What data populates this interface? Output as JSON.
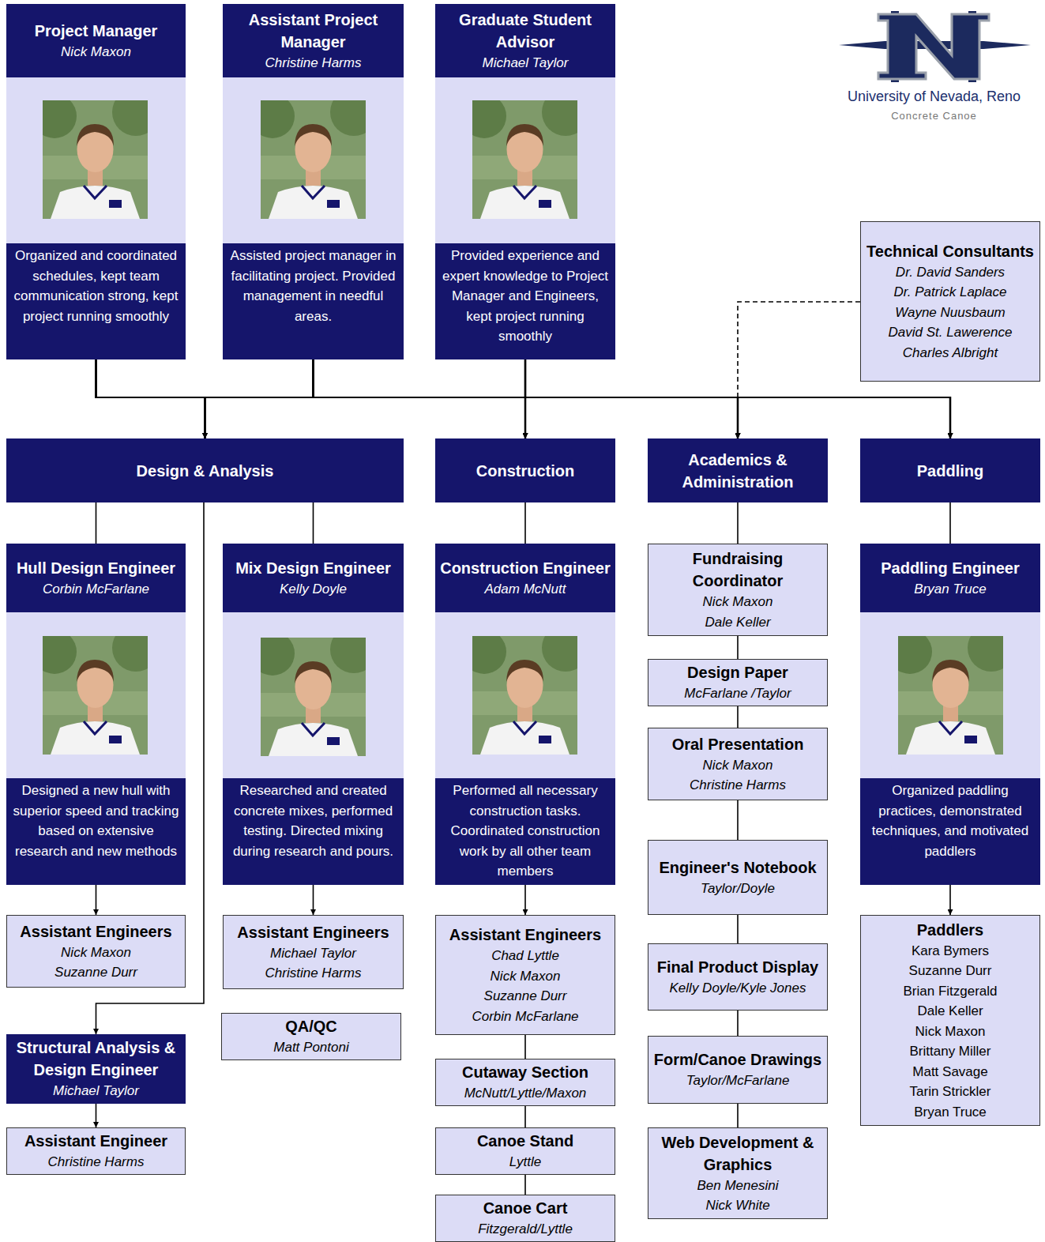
{
  "diagram": {
    "nodes": [
      {
        "text": [
          "Project Manager",
          "Nick Maxon",
          "Organized and coordinated schedules, kept team communication strong, kept project running smoothly"
        ]
      },
      {
        "text": [
          "Assistant Project Manager",
          "Christine Harms",
          "Assisted project manager in facilitating project. Provided management in needful areas."
        ]
      },
      {
        "text": [
          "Graduate Student Advisor",
          "Michael Taylor",
          "Provided experience and expert knowledge to Project Manager and Engineers, kept project running smoothly"
        ]
      },
      {
        "text": [
          "Technical Consultants",
          "Dr. David Sanders",
          "Dr. Patrick Laplace",
          "Wayne Nuusbaum",
          "David St. Lawerence",
          "Charles Albright"
        ]
      },
      {
        "text": [
          "Design & Analysis"
        ]
      },
      {
        "text": [
          "Construction"
        ]
      },
      {
        "text": [
          "Academics & Administration"
        ]
      },
      {
        "text": [
          "Paddling"
        ]
      },
      {
        "text": [
          "Hull Design Engineer",
          "Corbin McFarlane",
          "Designed a new hull with superior speed and tracking based on extensive research and new methods"
        ]
      },
      {
        "text": [
          "Mix Design Engineer",
          "Kelly Doyle",
          "Researched and created concrete mixes, performed testing. Directed mixing during research and pours."
        ]
      },
      {
        "text": [
          "Construction Engineer",
          "Adam McNutt",
          "Performed all necessary construction tasks. Coordinated construction work by all other team members"
        ]
      },
      {
        "text": [
          "Fundraising Coordinator",
          "Nick Maxon",
          "Dale Keller"
        ]
      },
      {
        "text": [
          "Design Paper",
          "McFarlane /Taylor"
        ]
      },
      {
        "text": [
          "Oral Presentation",
          "Nick Maxon",
          "Christine Harms"
        ]
      },
      {
        "text": [
          "Engineer's Notebook",
          "Taylor/Doyle"
        ]
      },
      {
        "text": [
          "Final Product Display",
          "Kelly Doyle/Kyle Jones"
        ]
      },
      {
        "text": [
          "Form/Canoe Drawings",
          "Taylor/McFarlane"
        ]
      },
      {
        "text": [
          "Web Development & Graphics",
          "Ben Menesini",
          "Nick White"
        ]
      },
      {
        "text": [
          "Paddling Engineer",
          "Bryan Truce",
          "Organized paddling practices, demonstrated techniques, and motivated paddlers"
        ]
      },
      {
        "text": [
          "Assistant Engineers",
          "Nick Maxon",
          "Suzanne Durr"
        ]
      },
      {
        "text": [
          "Assistant Engineers",
          "Michael Taylor",
          "Christine Harms"
        ]
      },
      {
        "text": [
          "Assistant Engineers",
          "Chad Lyttle",
          "Nick Maxon",
          "Suzanne Durr",
          "Corbin McFarlane"
        ]
      },
      {
        "text": [
          "Paddlers",
          "Kara Bymers",
          "Suzanne Durr",
          "Brian Fitzgerald",
          "Dale Keller",
          "Nick Maxon",
          "Brittany Miller",
          "Matt Savage",
          "Tarin Strickler",
          "Bryan Truce"
        ]
      },
      {
        "text": [
          "Structural Analysis & Design Engineer",
          "Michael Taylor"
        ]
      },
      {
        "text": [
          "QA/QC",
          "Matt Pontoni"
        ]
      },
      {
        "text": [
          "Cutaway Section",
          "McNutt/Lyttle/Maxon"
        ]
      },
      {
        "text": [
          "Assistant Engineer",
          "Christine Harms"
        ]
      },
      {
        "text": [
          "Canoe Stand",
          "Lyttle"
        ]
      },
      {
        "text": [
          "Canoe Cart",
          "Fitzgerald/Lyttle"
        ]
      }
    ],
    "edges": [
      {
        "from": 0,
        "to": 4,
        "arrow": "to"
      },
      {
        "from": 0,
        "to": 5,
        "arrow": "to"
      },
      {
        "from": 0,
        "to": 6,
        "arrow": "to"
      },
      {
        "from": 0,
        "to": 7,
        "arrow": "to"
      },
      {
        "from": 1,
        "to": 4,
        "arrow": "to"
      },
      {
        "from": 1,
        "to": 5,
        "arrow": "to"
      },
      {
        "from": 1,
        "to": 6,
        "arrow": "to"
      },
      {
        "from": 1,
        "to": 7,
        "arrow": "to"
      },
      {
        "from": 2,
        "to": 4,
        "arrow": "to"
      },
      {
        "from": 2,
        "to": 5,
        "arrow": "to"
      },
      {
        "from": 2,
        "to": 6,
        "arrow": "to"
      },
      {
        "from": 2,
        "to": 7,
        "arrow": "to"
      },
      {
        "from": 3,
        "to": 6,
        "arrow": "to"
      },
      {
        "from": 4,
        "to": 8,
        "arrow": "none"
      },
      {
        "from": 4,
        "to": 9,
        "arrow": "none"
      },
      {
        "from": 4,
        "to": 23,
        "arrow": "to"
      },
      {
        "from": 5,
        "to": 10,
        "arrow": "none"
      },
      {
        "from": 6,
        "to": 11,
        "arrow": "none"
      },
      {
        "from": 7,
        "to": 18,
        "arrow": "none"
      },
      {
        "from": 8,
        "to": 19,
        "arrow": "to"
      },
      {
        "from": 9,
        "to": 20,
        "arrow": "to"
      },
      {
        "from": 10,
        "to": 21,
        "arrow": "to"
      },
      {
        "from": 18,
        "to": 22,
        "arrow": "to"
      },
      {
        "from": 23,
        "to": 26,
        "arrow": "to"
      },
      {
        "from": 21,
        "to": 25,
        "arrow": "none"
      },
      {
        "from": 25,
        "to": 27,
        "arrow": "none"
      },
      {
        "from": 27,
        "to": 28,
        "arrow": "none"
      },
      {
        "from": 11,
        "to": 12,
        "arrow": "none"
      },
      {
        "from": 12,
        "to": 13,
        "arrow": "none"
      },
      {
        "from": 13,
        "to": 14,
        "arrow": "none"
      },
      {
        "from": 14,
        "to": 15,
        "arrow": "none"
      },
      {
        "from": 15,
        "to": 16,
        "arrow": "none"
      },
      {
        "from": 16,
        "to": 17,
        "arrow": "none"
      }
    ],
    "labels": [
      "University of Nevada, Reno",
      "Concrete Canoe"
    ]
  }
}
